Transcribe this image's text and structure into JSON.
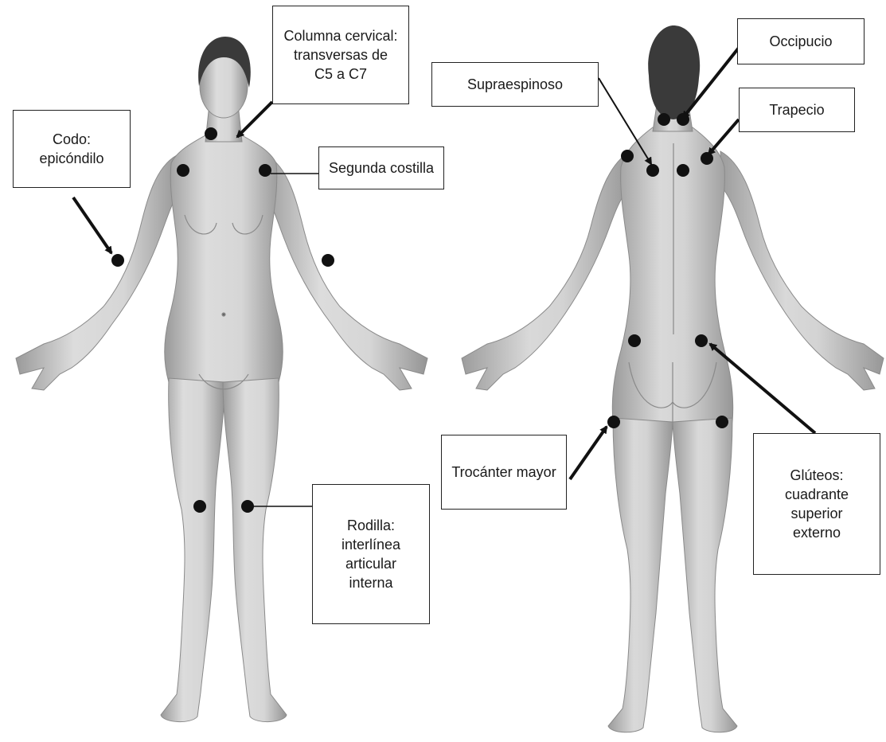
{
  "figure": {
    "views": [
      "front",
      "back"
    ],
    "skin_colors": {
      "light": "#e2e2e2",
      "mid": "#bdbdbd",
      "shadow": "#8f8f8f",
      "hair": "#3a3a3a"
    },
    "point_color": "#111111",
    "arrow_color": "#111111"
  },
  "labels": {
    "cervical": [
      "Columna cervical:",
      "transversas de",
      "C5 a C7"
    ],
    "codo": [
      "Codo:",
      "epicóndilo"
    ],
    "costilla": [
      "Segunda costilla"
    ],
    "rodilla": [
      "Rodilla:",
      "interlínea",
      "articular",
      "interna"
    ],
    "supra": [
      "Supraespinoso"
    ],
    "occipucio": [
      "Occipucio"
    ],
    "trapecio": [
      "Trapecio"
    ],
    "trocanter": [
      "Trocánter mayor"
    ],
    "gluteos": [
      "Glúteos:",
      "cuadrante",
      "superior",
      "externo"
    ]
  }
}
